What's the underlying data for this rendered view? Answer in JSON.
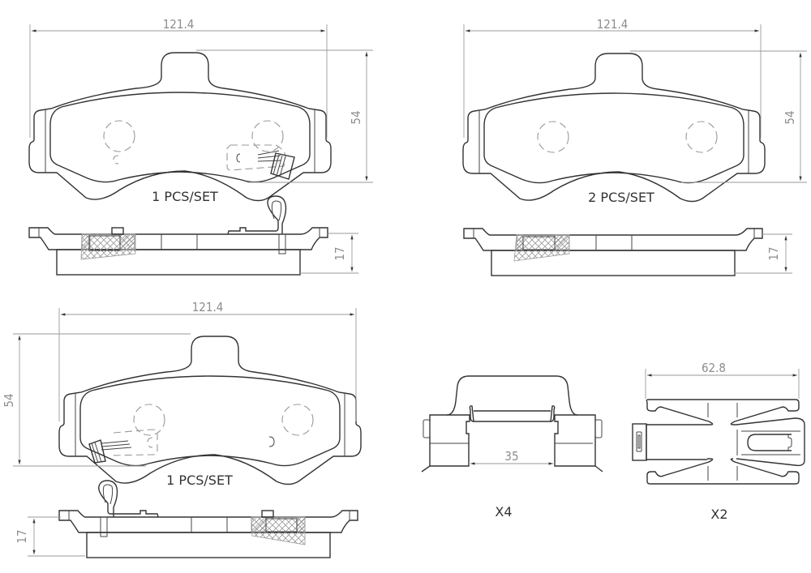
{
  "drawing": {
    "title": "Brake pad set technical drawing",
    "line_color": "#333333",
    "dimension_color": "#8c8c8c"
  },
  "pad_top_left": {
    "width_dim": "121.4",
    "height_dim": "54",
    "qty_label": "1 PCS/SET",
    "thickness_dim": "17",
    "has_wear_sensor": true
  },
  "pad_top_right": {
    "width_dim": "121.4",
    "height_dim": "54",
    "qty_label": "2 PCS/SET",
    "thickness_dim": "17",
    "has_wear_sensor": false
  },
  "pad_bottom_left": {
    "width_dim": "121.4",
    "height_dim": "54",
    "qty_label": "1 PCS/SET",
    "thickness_dim": "17",
    "has_wear_sensor": true
  },
  "clip_hardware": {
    "width_dim": "35",
    "qty_label": "X4"
  },
  "spring_hardware": {
    "width_dim": "62.8",
    "qty_label": "X2"
  }
}
